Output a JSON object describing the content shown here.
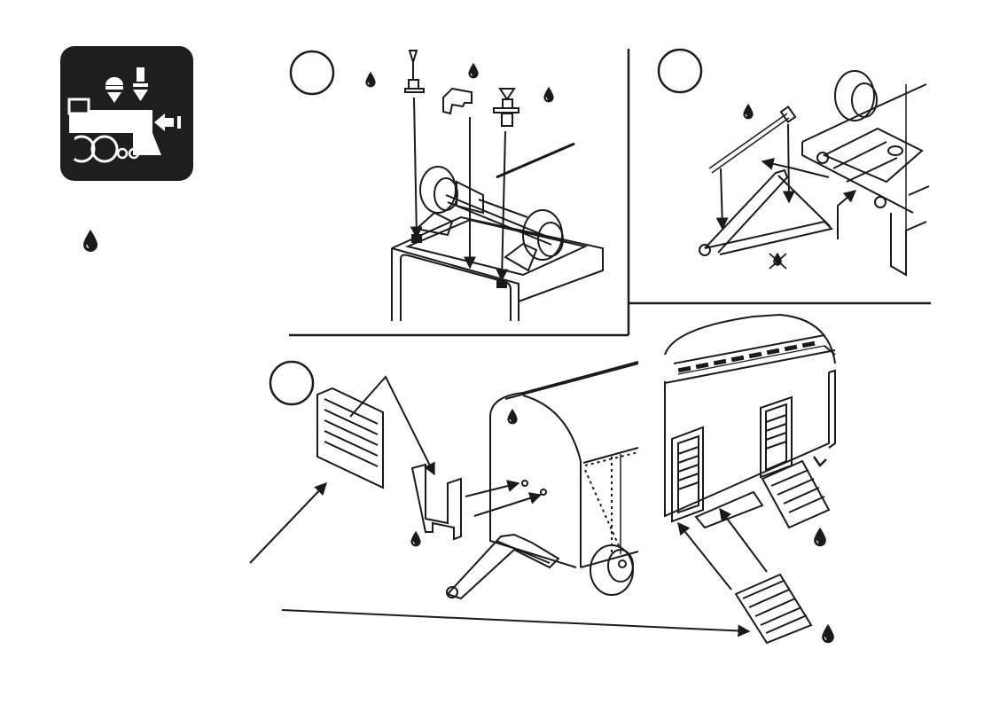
{
  "page": {
    "background": "#ffffff",
    "ink": "#1a1a1a"
  },
  "brand_badge": {
    "icon": "locomotive-assembly-icon",
    "background": "#1e1e1e"
  },
  "legend": {
    "icon": "glue-drop-icon"
  },
  "steps": [
    {
      "label": "",
      "icon": "step-circle"
    },
    {
      "label": "",
      "icon": "step-circle"
    },
    {
      "label": "",
      "icon": "step-circle"
    }
  ],
  "markers": {
    "glue": "glue-drop-icon",
    "no_glue": "no-glue-icon"
  }
}
